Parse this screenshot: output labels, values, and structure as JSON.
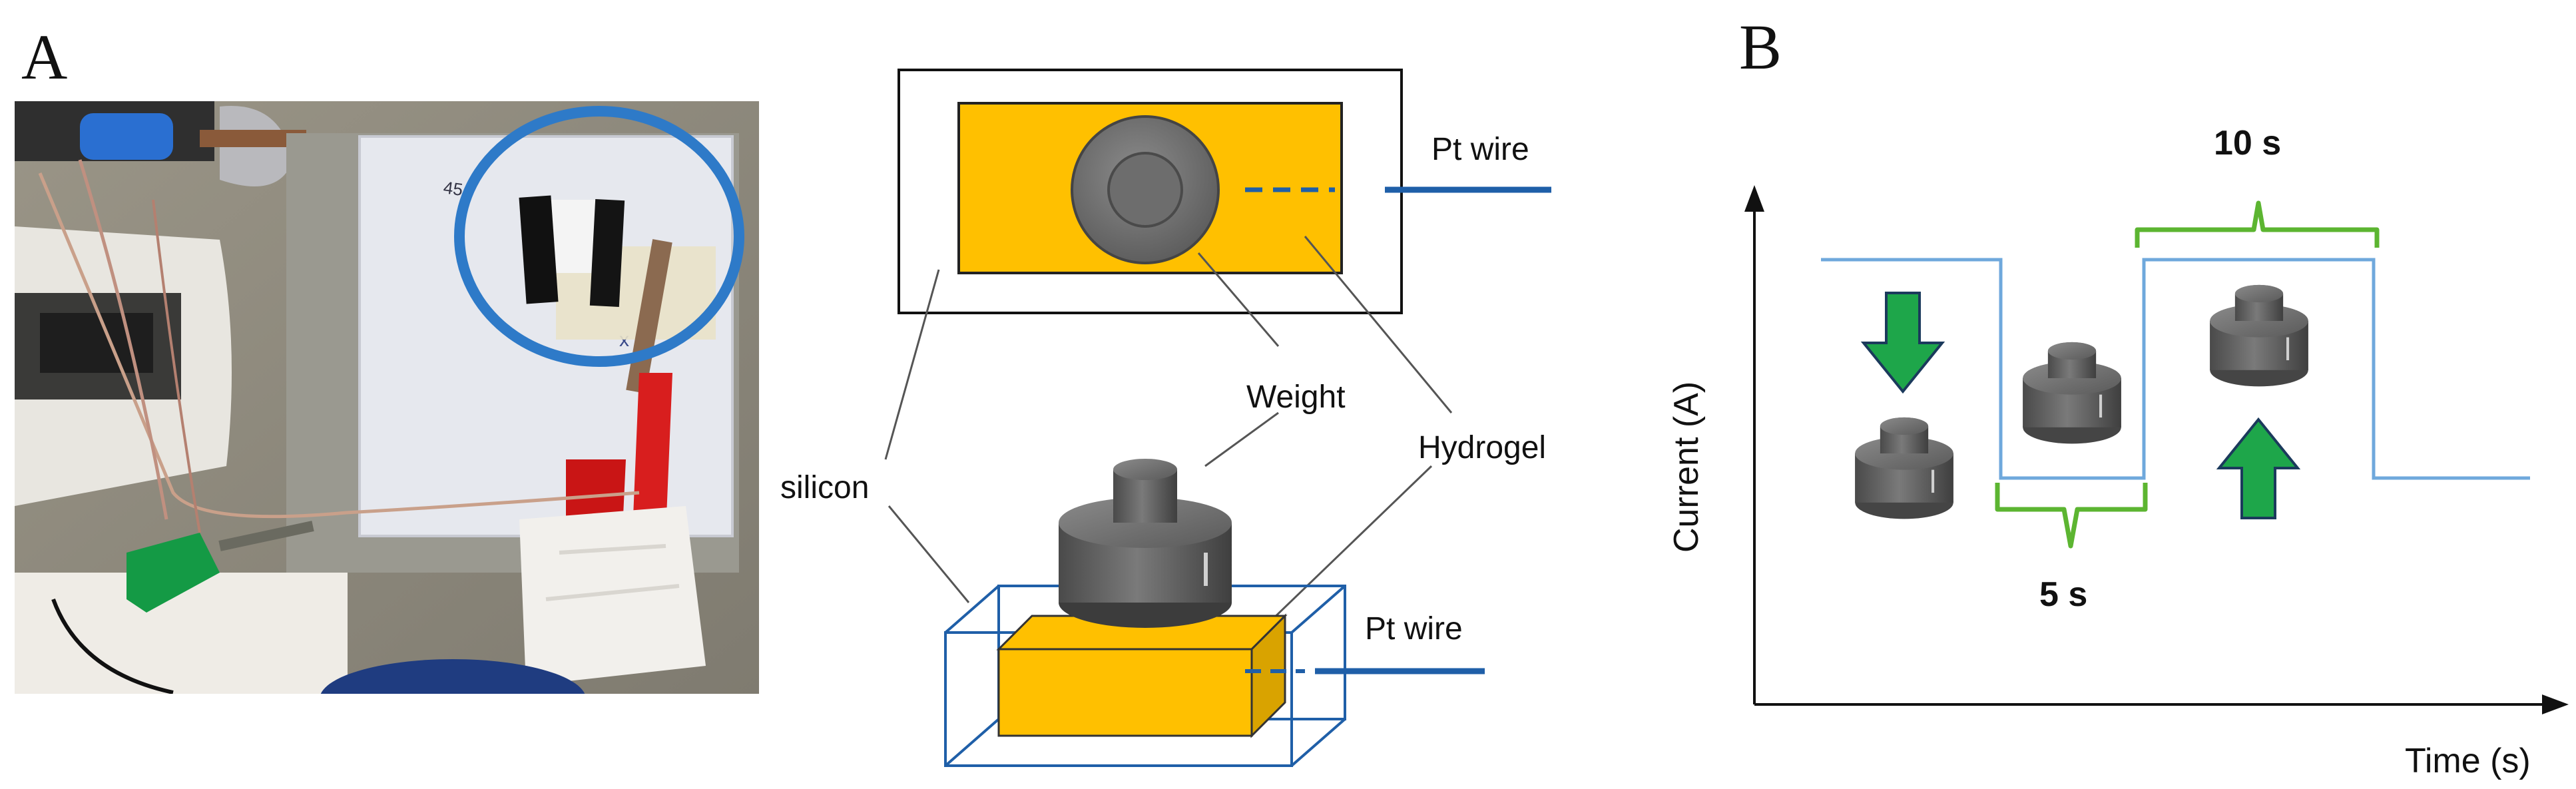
{
  "panel_a": {
    "label": "A",
    "diagram": {
      "pt_wire_top": "Pt wire",
      "weight": "Weight",
      "hydrogel": "Hydrogel",
      "silicon": "silicon",
      "pt_wire_bottom": "Pt wire"
    },
    "photo_marks": {
      "mark_1": "45",
      "mark_2": "x"
    }
  },
  "panel_b": {
    "label": "B",
    "ylabel": "Current (A)",
    "xlabel": "Time (s)",
    "label_10s": "10 s",
    "label_5s": "5 s"
  },
  "colors": {
    "hydrogel": "#FFC000",
    "hydrogel_side": "#D9A300",
    "wire": "#1F5FA8",
    "bracket": "#5CB531",
    "arrow": "#1EA64A",
    "arrow_edge": "#1B3A5C",
    "weight": "#5F5F5F",
    "ellipse": "#2E7AC8",
    "signal": "#6FA8DC"
  }
}
